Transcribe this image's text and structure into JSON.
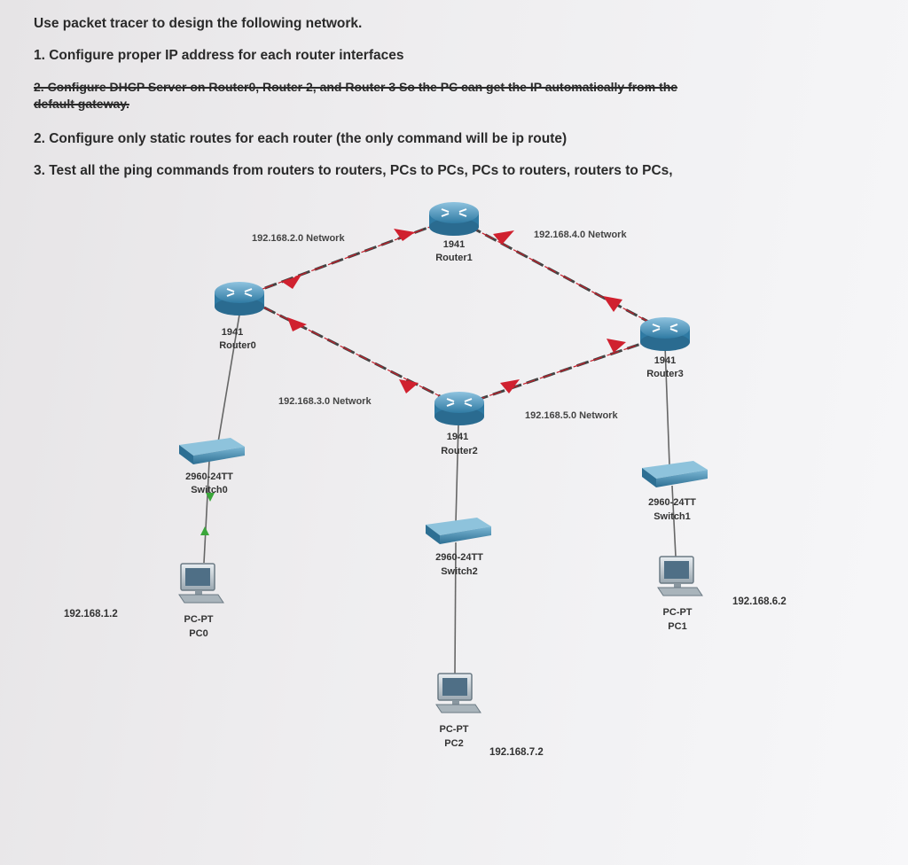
{
  "instructions": {
    "title": "Use packet tracer to design the following network.",
    "step1": "1. Configure proper IP address for each router interfaces",
    "step2_struck_a": "2. Configure DHCP Server on Router0, Router 2, and Router 3 So the PC can get the IP automatically from the",
    "step2_struck_b": "default gateway.",
    "step2": "2. Configure only static routes for each router (the only command will be ip route)",
    "step3": "3. Test all the ping commands from routers to routers, PCs to PCs, PCs to routers, routers to PCs,"
  },
  "networks": {
    "net2": "192.168.2.0 Network",
    "net3": "192.168.3.0 Network",
    "net4": "192.168.4.0 Network",
    "net5": "192.168.5.0 Network"
  },
  "routers": {
    "router0": {
      "model": "1941",
      "name": "Router0"
    },
    "router1": {
      "model": "1941",
      "name": "Router1"
    },
    "router2": {
      "model": "1941",
      "name": "Router2"
    },
    "router3": {
      "model": "1941",
      "name": "Router3"
    }
  },
  "switches": {
    "switch0": {
      "model": "2960-24TT",
      "name": "Switch0"
    },
    "switch1": {
      "model": "2960-24TT",
      "name": "Switch1"
    },
    "switch2": {
      "model": "2960-24TT",
      "name": "Switch2"
    }
  },
  "pcs": {
    "pc0": {
      "type": "PC-PT",
      "name": "PC0",
      "ip": "192.168.1.2"
    },
    "pc1": {
      "type": "PC-PT",
      "name": "PC1",
      "ip": "192.168.6.2"
    },
    "pc2": {
      "type": "PC-PT",
      "name": "PC2",
      "ip": "192.168.7.2"
    }
  },
  "colors": {
    "serial_link": "#c41e2a",
    "ethernet_link": "#555555",
    "router_body": "#3f8fb8",
    "switch_body": "#3a86a8",
    "link_up": "#3aa63a"
  }
}
